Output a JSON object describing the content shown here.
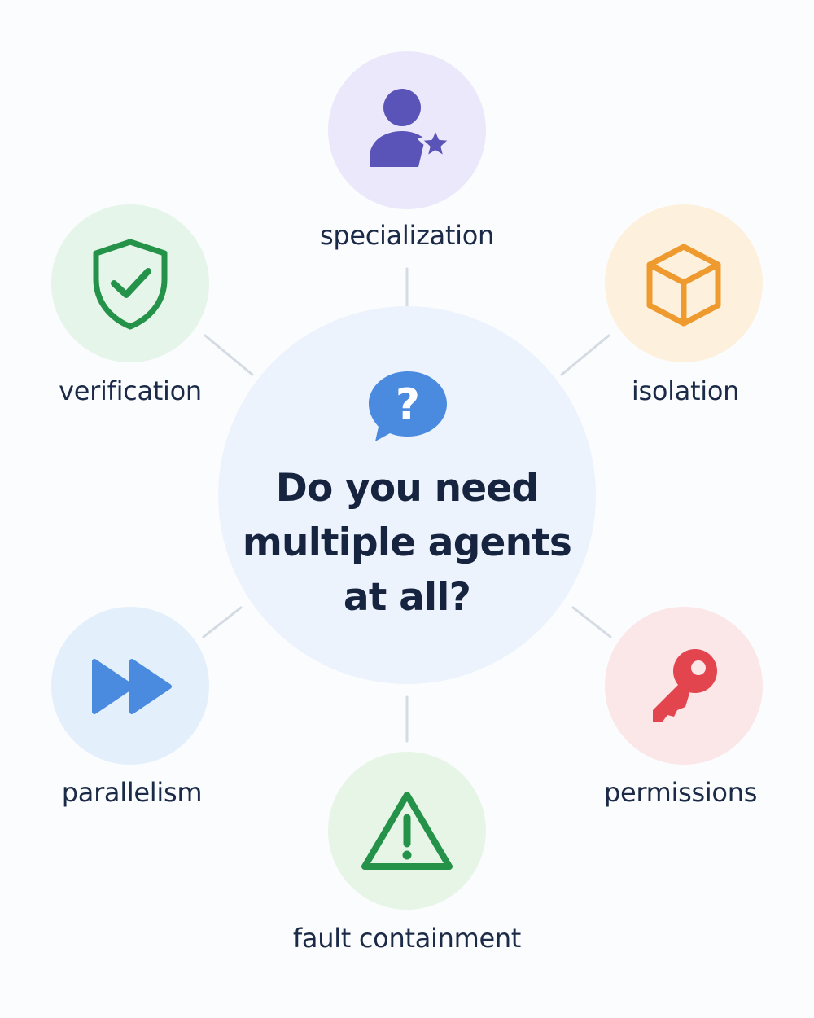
{
  "diagram": {
    "center": {
      "title": "Do you need multiple agents at all?",
      "icon": "question-bubble-icon",
      "color": "#4a8be0",
      "background": "#edf3fc"
    },
    "nodes": [
      {
        "id": "specialization",
        "label": "specialization",
        "icon": "person-star-icon",
        "color": "#5b54b8",
        "background": "#ebe8fb"
      },
      {
        "id": "isolation",
        "label": "isolation",
        "icon": "cube-icon",
        "color": "#ef9a2f",
        "background": "#fdf1de"
      },
      {
        "id": "permissions",
        "label": "permissions",
        "icon": "key-icon",
        "color": "#e2454e",
        "background": "#fbe6e8"
      },
      {
        "id": "fault-containment",
        "label": "fault containment",
        "icon": "warning-triangle-icon",
        "color": "#25924a",
        "background": "#e7f5e7"
      },
      {
        "id": "parallelism",
        "label": "parallelism",
        "icon": "fast-forward-icon",
        "color": "#4a8be0",
        "background": "#e4effc"
      },
      {
        "id": "verification",
        "label": "verification",
        "icon": "shield-check-icon",
        "color": "#25924a",
        "background": "#e5f5e9"
      }
    ],
    "connector_color": "#d4dbe3"
  }
}
